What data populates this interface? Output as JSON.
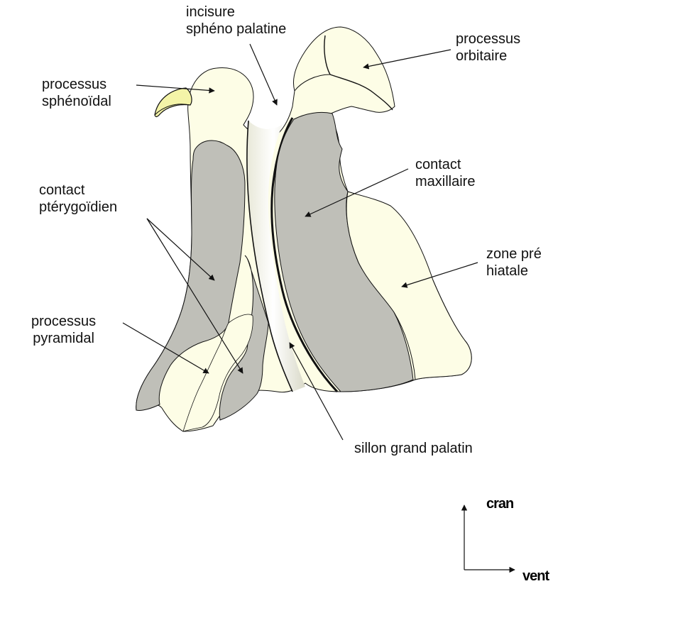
{
  "labels": {
    "incisure_line1": "incisure",
    "incisure_line2": "sphéno palatine",
    "orbitaire_line1": "processus",
    "orbitaire_line2": "orbitaire",
    "sphenoidal_line1": "processus",
    "sphenoidal_line2": "sphénoïdal",
    "maxillaire_line1": "contact",
    "maxillaire_line2": "maxillaire",
    "pterygoidien_line1": "contact",
    "pterygoidien_line2": "ptérygoïdien",
    "prehiatale_line1": "zone pré",
    "prehiatale_line2": "hiatale",
    "pyramidal_line1": "processus",
    "pyramidal_line2": "pyramidal",
    "sillon": "sillon grand palatin"
  },
  "orientation": {
    "vertical": "cran",
    "horizontal": "vent"
  },
  "colors": {
    "bone_light": "#fdfde6",
    "contact_gray": "#bfbfb8",
    "sphenoidal_tip": "#f4f4a8",
    "outline": "#111111"
  }
}
